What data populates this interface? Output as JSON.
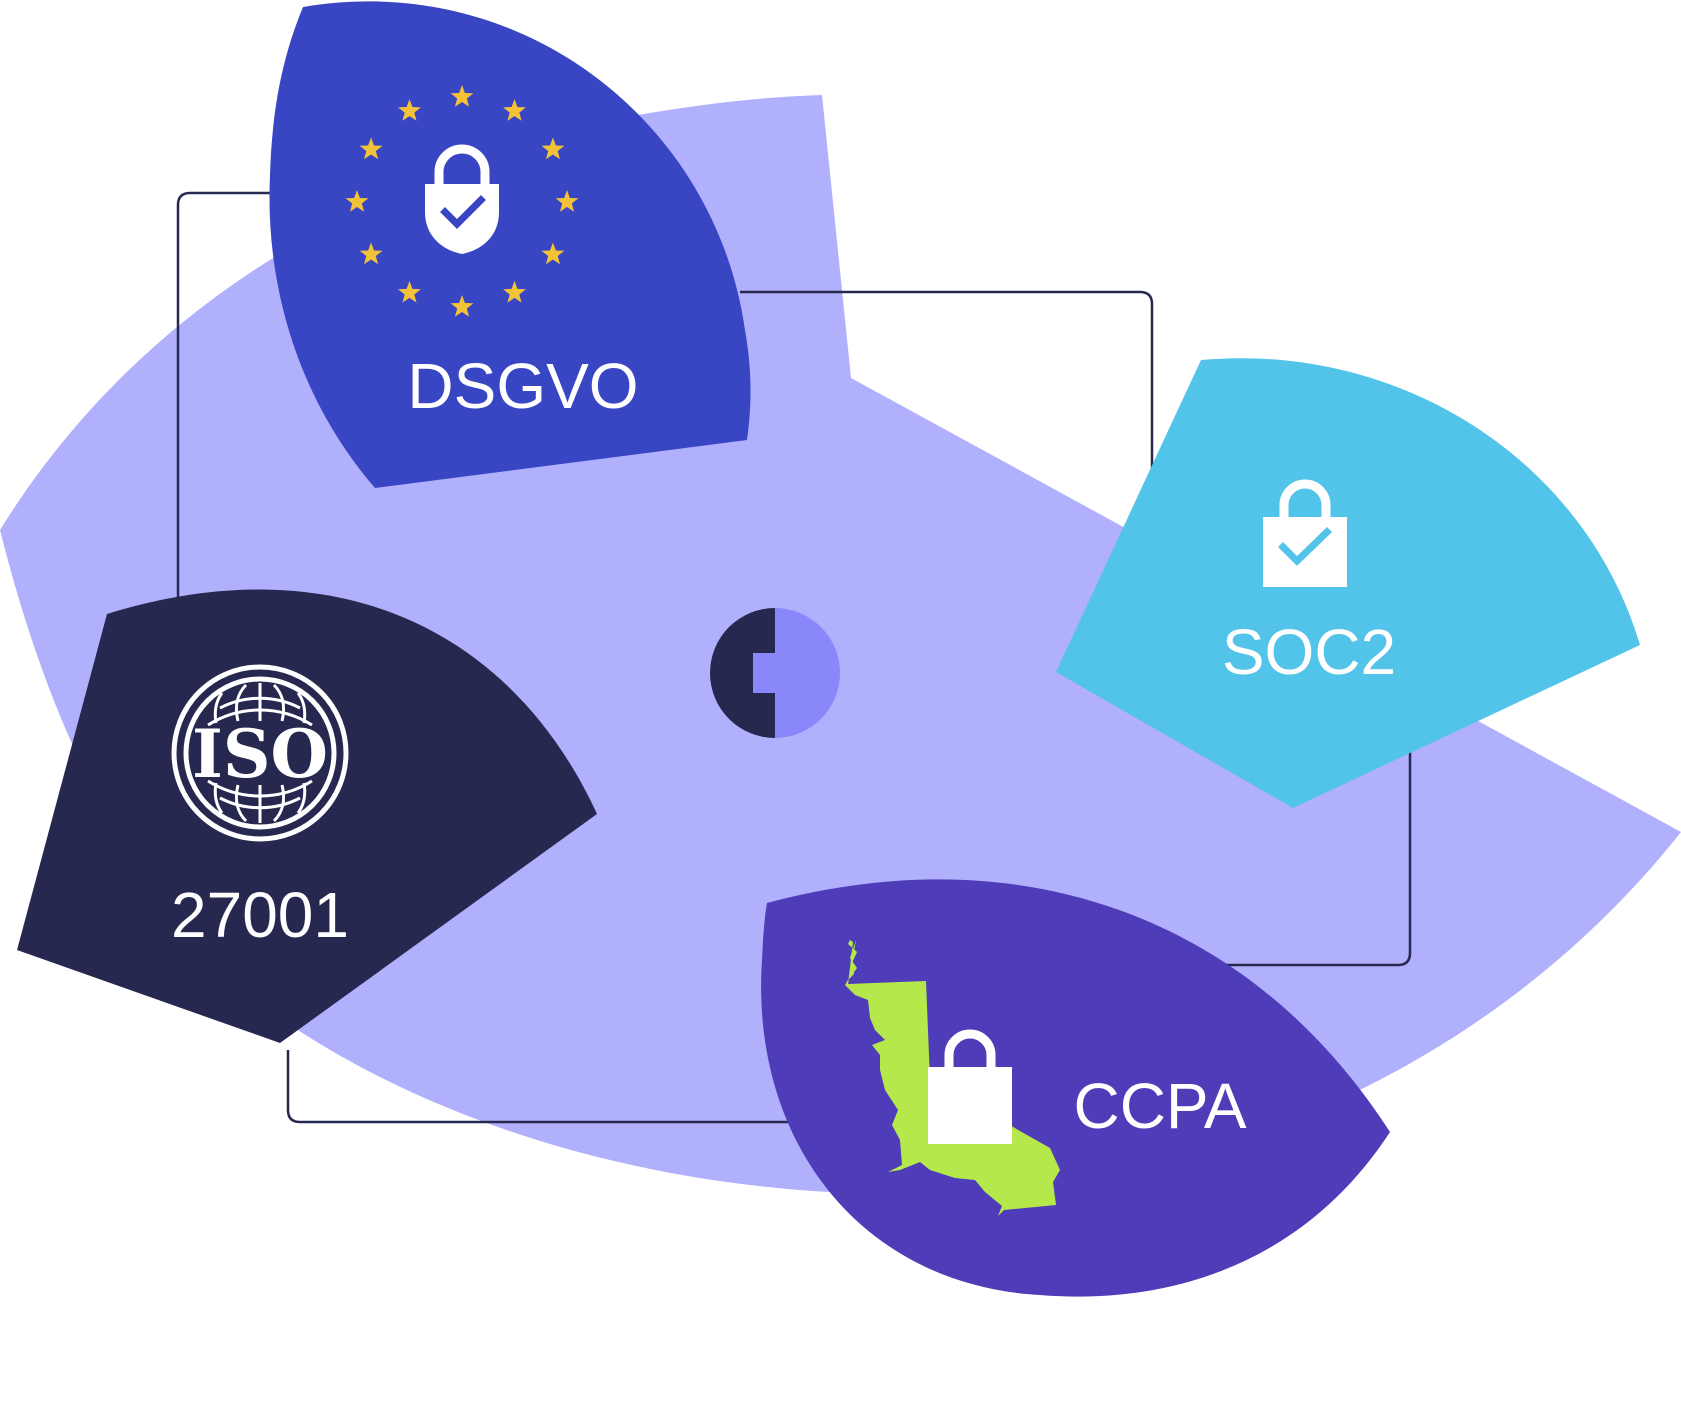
{
  "badges": {
    "dsgvo": {
      "label": "DSGVO",
      "color": "#3946c4"
    },
    "soc2": {
      "label": "SOC2",
      "color": "#52c3e9"
    },
    "iso": {
      "label": "27001",
      "logo_text": "ISO",
      "color": "#272850"
    },
    "ccpa": {
      "label": "CCPA",
      "color": "#4f3cb8",
      "map_color": "#b5e84a"
    }
  },
  "colors": {
    "blob": "#b1b0fc",
    "lines": "#272850",
    "center_logo_dark": "#272850",
    "center_logo_light": "#8a87fb",
    "stars": "#f3c237",
    "icon_white": "#ffffff"
  },
  "icons": [
    "padlock-check-icon",
    "eu-stars",
    "iso-globe-logo",
    "california-map-icon",
    "center-logo-icon"
  ]
}
